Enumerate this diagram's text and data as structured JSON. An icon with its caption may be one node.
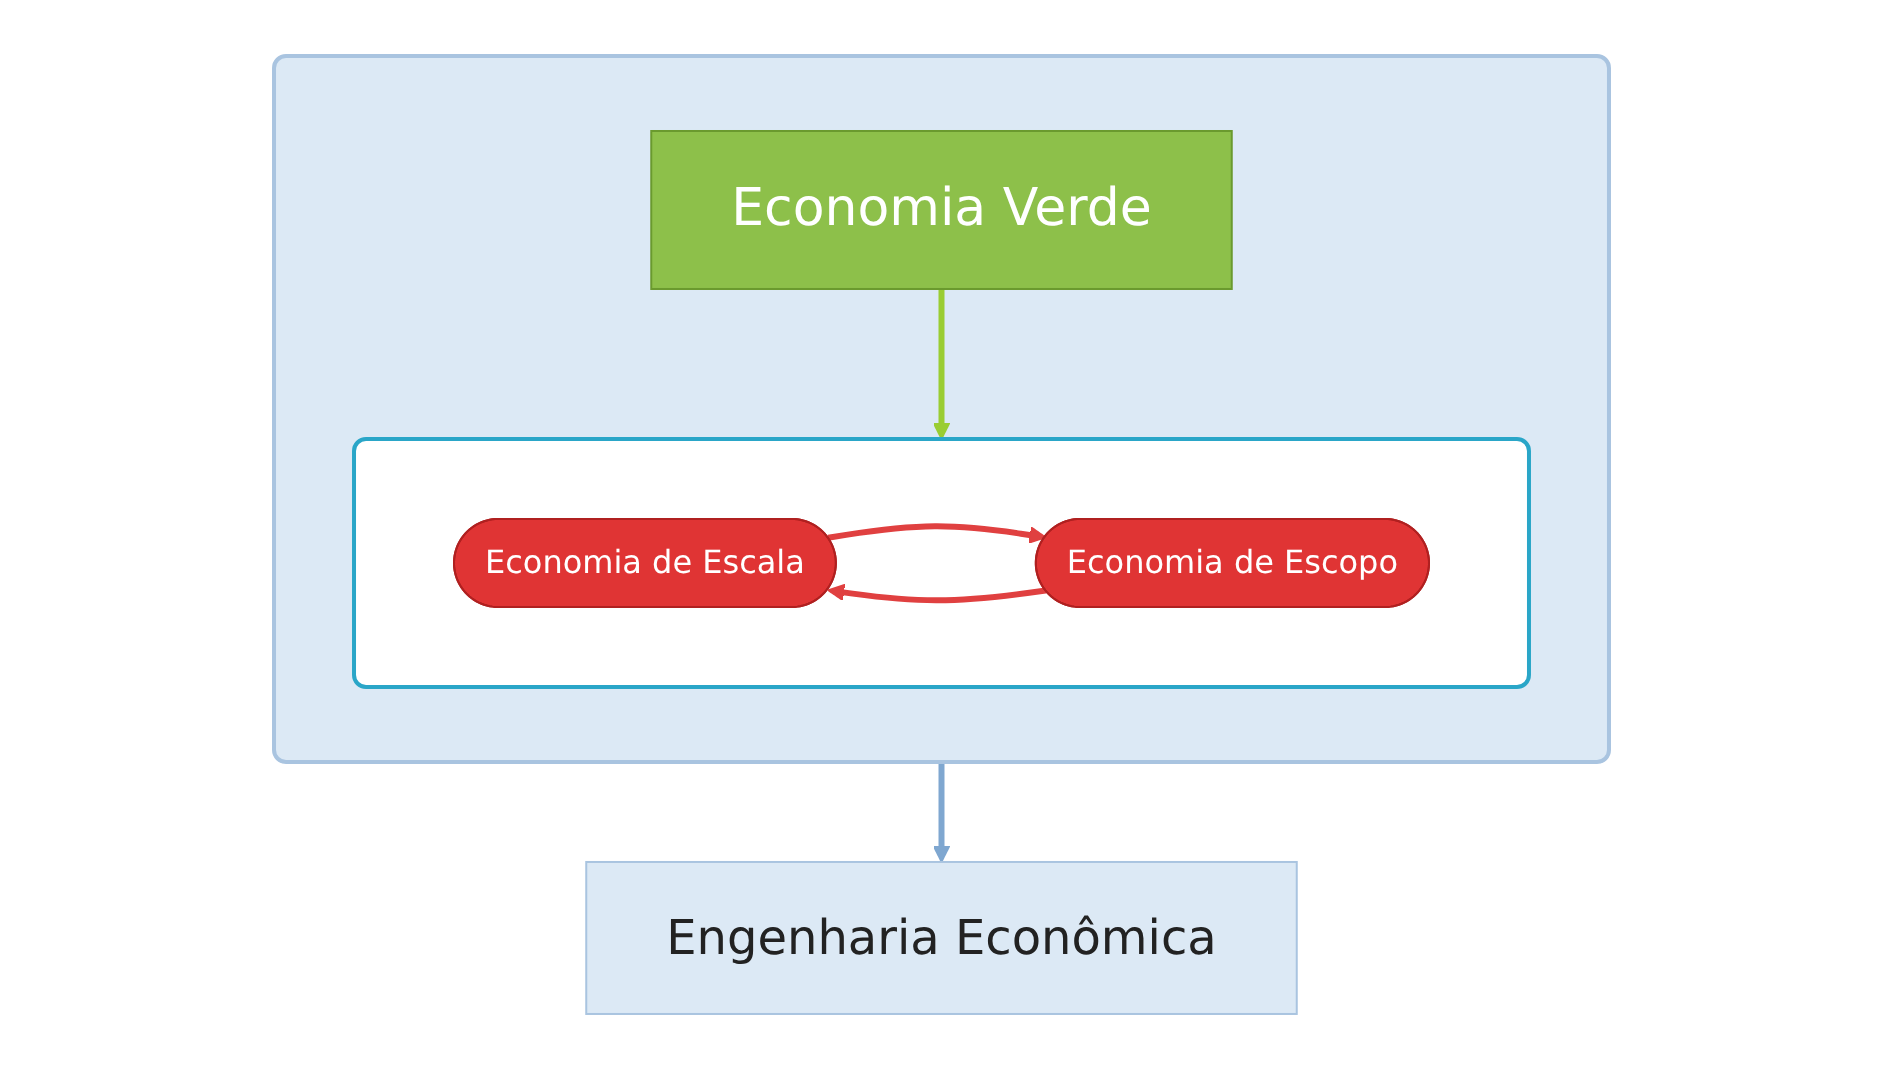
{
  "diagram": {
    "nodes": [
      {
        "text": [],
        "shape": "box"
      },
      {
        "text": [
          "Economia Verde"
        ],
        "in": 0
      },
      {
        "text": [],
        "shape": "box",
        "in": 0
      },
      {
        "text": [
          "Economia de Escala"
        ],
        "in": 2
      },
      {
        "text": [
          "Economia de Escopo"
        ],
        "in": 2
      },
      {
        "text": [
          "Engenharia Econômica"
        ]
      }
    ],
    "edges": [
      {
        "from": 1,
        "to": 2,
        "arrow": "to",
        "color": "#9acd32"
      },
      {
        "from": 3,
        "to": 4,
        "arrow": "to"
      },
      {
        "from": 4,
        "to": 3,
        "arrow": "to"
      },
      {
        "from": 0,
        "to": 5,
        "arrow": "to",
        "color": "#7fa7d0"
      }
    ]
  }
}
